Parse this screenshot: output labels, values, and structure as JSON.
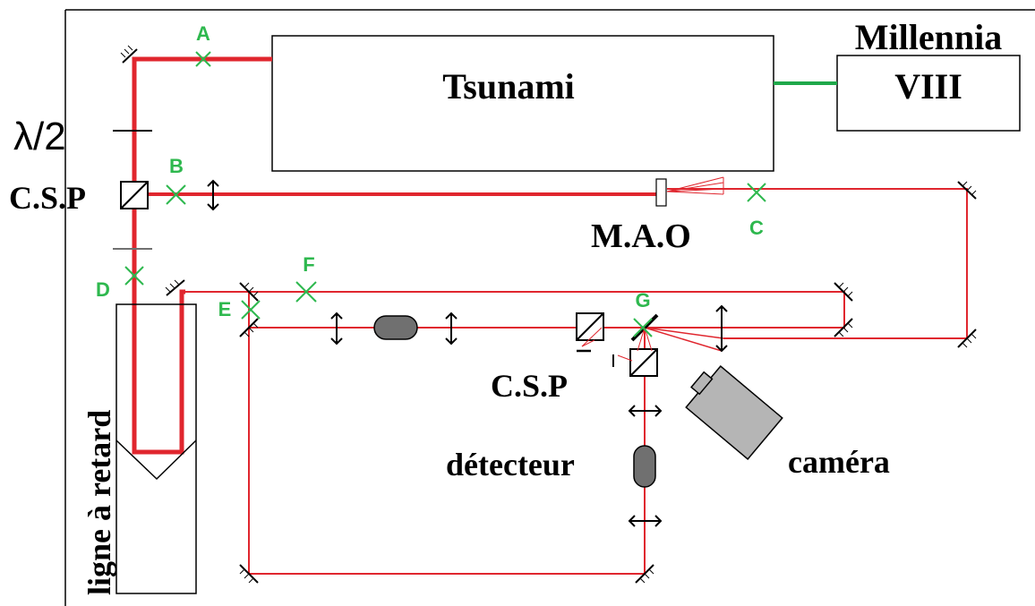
{
  "colors": {
    "beam_red": "#e0262e",
    "pump_green": "#1fa84a",
    "point_green": "#2eb84e",
    "box_stroke": "#000000",
    "device_gray": "#b5b5b5",
    "lens_gray": "#707070"
  },
  "labels": {
    "tsunami": "Tsunami",
    "millennia_line1": "Millennia",
    "millennia_line2": "VIII",
    "lambda_half": "λ/2",
    "csp_top": "C.S.P",
    "csp_bottom": "C.S.P",
    "mao": "M.A.O",
    "delay_line": "ligne à retard",
    "detector": "détecteur",
    "camera": "caméra"
  },
  "points": {
    "A": "A",
    "B": "B",
    "C": "C",
    "D": "D",
    "E": "E",
    "F": "F",
    "G": "G"
  }
}
